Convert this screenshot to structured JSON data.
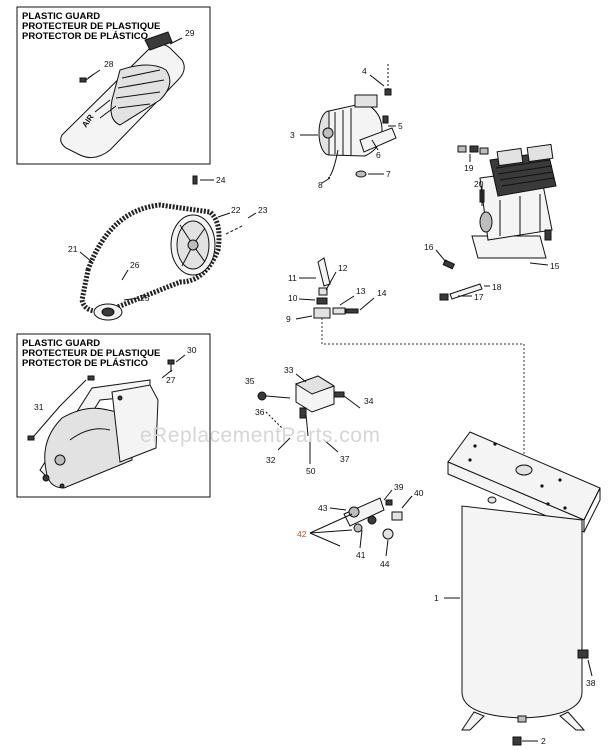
{
  "guard_box_top": {
    "lines": [
      "PLASTIC GUARD",
      "PROTECTEUR DE PLASTIQUE",
      "PROTECTOR DE PLÁSTICO"
    ]
  },
  "guard_box_bottom": {
    "lines": [
      "PLASTIC GUARD",
      "PROTECTEUR DE PLASTIQUE",
      "PROTECTOR DE PLÁSTICO"
    ]
  },
  "watermark": "eReplacementParts.com",
  "guard_logo": "AIR",
  "part_numbers": {
    "p1": "1",
    "p2": "2",
    "p3": "3",
    "p4": "4",
    "p5": "5",
    "p6": "6",
    "p7": "7",
    "p8": "8",
    "p9": "9",
    "p10": "10",
    "p11": "11",
    "p12": "12",
    "p13": "13",
    "p14": "14",
    "p15": "15",
    "p16": "16",
    "p17": "17",
    "p18": "18",
    "p19": "19",
    "p20": "20",
    "p21": "21",
    "p22": "22",
    "p23": "23",
    "p24": "24",
    "p25": "25",
    "p26": "26",
    "p27": "27",
    "p28": "28",
    "p29": "29",
    "p30": "30",
    "p31": "31",
    "p32": "32",
    "p33": "33",
    "p34": "34",
    "p35": "35",
    "p36": "36",
    "p37": "37",
    "p38": "38",
    "p39": "39",
    "p40": "40",
    "p41": "41",
    "p42": "42",
    "p43": "43",
    "p44": "44",
    "p50": "50"
  },
  "colors": {
    "ink": "#111111",
    "callout_42": "#b0551f",
    "watermark": "#d6d6d6"
  }
}
